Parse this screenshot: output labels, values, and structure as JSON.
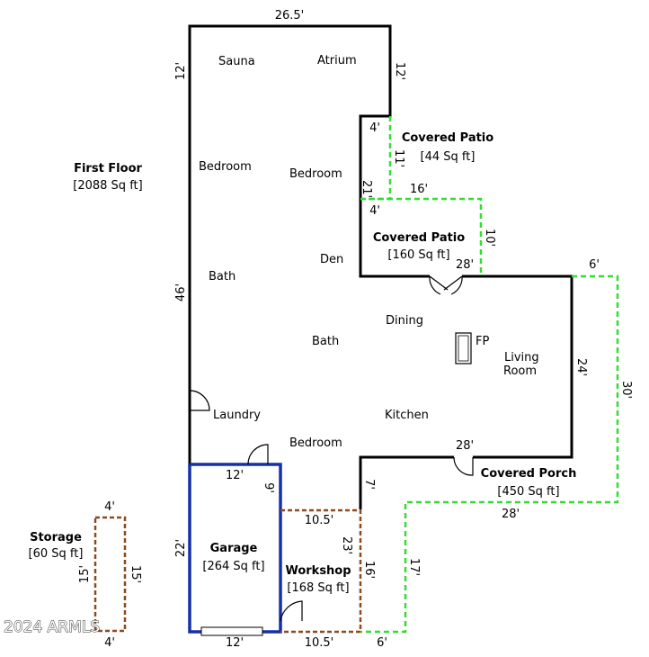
{
  "rooms": {
    "sauna": "Sauna",
    "atrium": "Atrium",
    "bedroom_1": "Bedroom",
    "bedroom_2": "Bedroom",
    "bedroom_3": "Bedroom",
    "den": "Den",
    "bath_1": "Bath",
    "bath_2": "Bath",
    "dining": "Dining",
    "fp": "FP",
    "living": "Living",
    "living_room": "Room",
    "laundry": "Laundry",
    "kitchen": "Kitchen"
  },
  "areas": {
    "first_floor": {
      "name": "First Floor",
      "size": "[2088 Sq ft]"
    },
    "covered_patio_small": {
      "name": "Covered Patio",
      "size": "[44 Sq ft]"
    },
    "covered_patio_large": {
      "name": "Covered Patio",
      "size": "[160 Sq ft]"
    },
    "covered_porch": {
      "name": "Covered Porch",
      "size": "[450 Sq ft]"
    },
    "garage": {
      "name": "Garage",
      "size": "[264 Sq ft]"
    },
    "workshop": {
      "name": "Workshop",
      "size": "[168 Sq ft]"
    },
    "storage": {
      "name": "Storage",
      "size": "[60 Sq ft]"
    }
  },
  "dimensions": {
    "top": "26.5'",
    "left_upper": "12'",
    "right_upper": "12'",
    "notch_top": "4'",
    "patio_small_side": "11'",
    "notch_side": "21'",
    "patio_small_bottom": "16'",
    "notch_bottom": "4'",
    "patio_large_side": "10'",
    "patio_large_bottom": "28'",
    "porch_top": "6'",
    "left_main": "46'",
    "right_main": "24'",
    "porch_outer": "30'",
    "kitchen_bottom": "28'",
    "porch_step": "7'",
    "porch_lower": "28'",
    "garage_top": "12'",
    "garage_side": "9'",
    "garage_left": "22'",
    "workshop_top": "10.5'",
    "workshop_side": "23'",
    "workshop_right": "16'",
    "porch_side": "17'",
    "garage_bottom": "12'",
    "workshop_bottom": "10.5'",
    "porch_bottom": "6'",
    "storage_top": "4'",
    "storage_left": "15'",
    "storage_right": "15'",
    "storage_bottom": "4'"
  },
  "watermark": "2024 ARMLS",
  "colors": {
    "wall": "#000000",
    "garage": "#1530a8",
    "patio": "#33dd33",
    "workshop": "#8b4a1f"
  }
}
